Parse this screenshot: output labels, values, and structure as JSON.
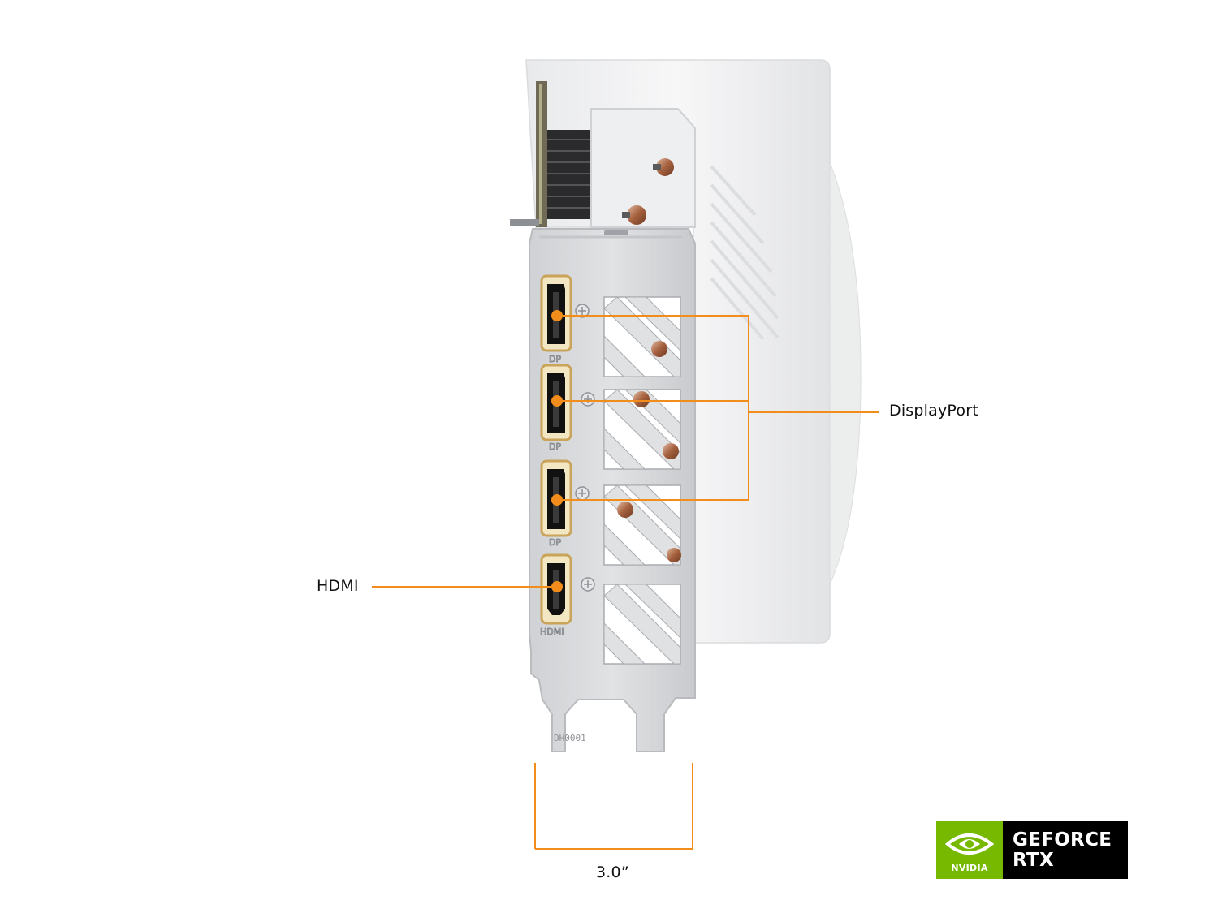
{
  "callouts": {
    "displayport": "DisplayPort",
    "hdmi": "HDMI",
    "width": "3.0”"
  },
  "port_markings": {
    "dp": "DP",
    "hdmi": "HDMI",
    "bracket_code": "DH0001"
  },
  "badge": {
    "brand": "NVIDIA",
    "line1": "GEFORCE",
    "line2": "RTX"
  },
  "colors": {
    "callout": "#f28c1b",
    "bracket": "#d7d9dc",
    "card_body": "#f1f2f3",
    "port_gold": "#c9a45a",
    "nvidia_green": "#76b900"
  }
}
